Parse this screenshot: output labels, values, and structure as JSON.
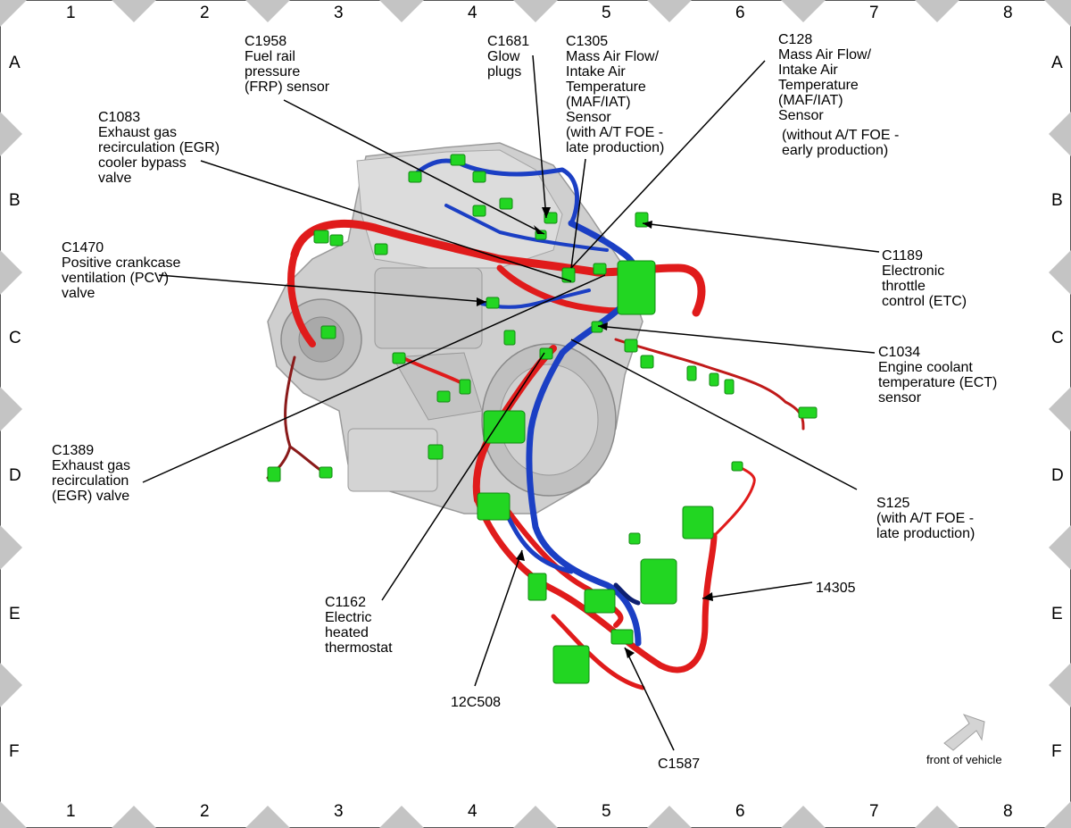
{
  "grid": {
    "columns": [
      "1",
      "2",
      "3",
      "4",
      "5",
      "6",
      "7",
      "8"
    ],
    "rows": [
      "A",
      "B",
      "C",
      "D",
      "E",
      "F"
    ]
  },
  "labels": {
    "c1958": "C1958\nFuel rail\npressure\n(FRP) sensor",
    "c1681": "C1681\nGlow\nplugs",
    "c1305": "C1305\nMass Air Flow/\nIntake Air\nTemperature\n(MAF/IAT)\nSensor\n(with A/T FOE -\nlate production)",
    "c128": "C128\nMass Air Flow/\nIntake Air\nTemperature\n(MAF/IAT)\nSensor",
    "c128_note": "(without A/T FOE -\nearly production)",
    "c1083": "C1083\nExhaust gas\nrecirculation (EGR)\ncooler bypass\nvalve",
    "c1470": "C1470\nPositive crankcase\nventilation (PCV)\nvalve",
    "c1189": "C1189\nElectronic\nthrottle\ncontrol (ETC)",
    "c1034": "C1034\nEngine coolant\ntemperature (ECT)\nsensor",
    "c1389": "C1389\nExhaust gas\nrecirculation\n(EGR) valve",
    "s125": "S125\n(with A/T FOE -\nlate production)",
    "h14305": "14305",
    "c1162": "C1162\nElectric\nheated\nthermostat",
    "h12c508": "12C508",
    "c1587": "C1587",
    "front": "front of vehicle"
  },
  "colors": {
    "harness_red": "#e01b1b",
    "harness_blue": "#1b3fc4",
    "connector_green": "#22d622",
    "engine_gray": "#c8c8c8",
    "marker_gray": "#c4c4c4"
  }
}
